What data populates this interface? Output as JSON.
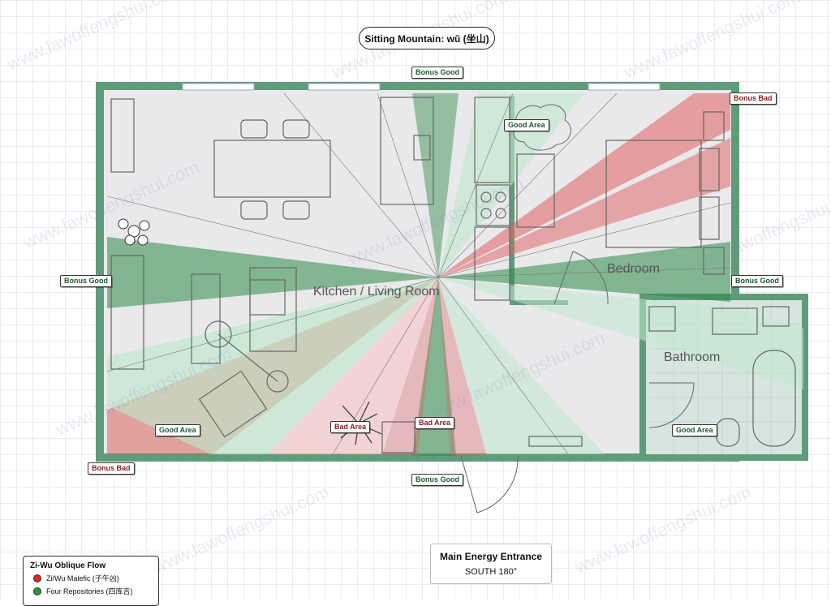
{
  "header": {
    "sitting_mountain": "Sitting Mountain: wǔ (坐山)"
  },
  "tags": {
    "bonus_good_top": "Bonus Good",
    "bonus_bad_top_right": "Bonus Bad",
    "good_area_top": "Good Area",
    "bonus_good_left": "Bonus Good",
    "bonus_good_right": "Bonus Good",
    "good_area_left": "Good Area",
    "bad_area_1": "Bad Area",
    "bad_area_2": "Bad Area",
    "good_area_bathroom": "Good Area",
    "bonus_bad_bottom_left": "Bonus Bad",
    "bonus_good_bottom": "Bonus Good"
  },
  "rooms": {
    "kitchen_living": "Kitchen / Living Room",
    "bedroom": "Bedroom",
    "bathroom": "Bathroom"
  },
  "entrance": {
    "title": "Main Energy Entrance",
    "direction": "SOUTH 180°"
  },
  "legend": {
    "title": "Zi-Wu Oblique Flow",
    "items": [
      {
        "label": "Zi/Wu Malefic (子午凶)",
        "color": "#e02525"
      },
      {
        "label": "Four Repositories (四库吉)",
        "color": "#1f9a3a"
      }
    ]
  },
  "watermark": "www.lawoffengshui.com",
  "colors": {
    "wall": "#5f9c7a",
    "good_sector": "#2e8a48",
    "bad_sector": "#e06060",
    "light_good": "#bfe8cc",
    "light_bad": "#f6c4c4"
  }
}
